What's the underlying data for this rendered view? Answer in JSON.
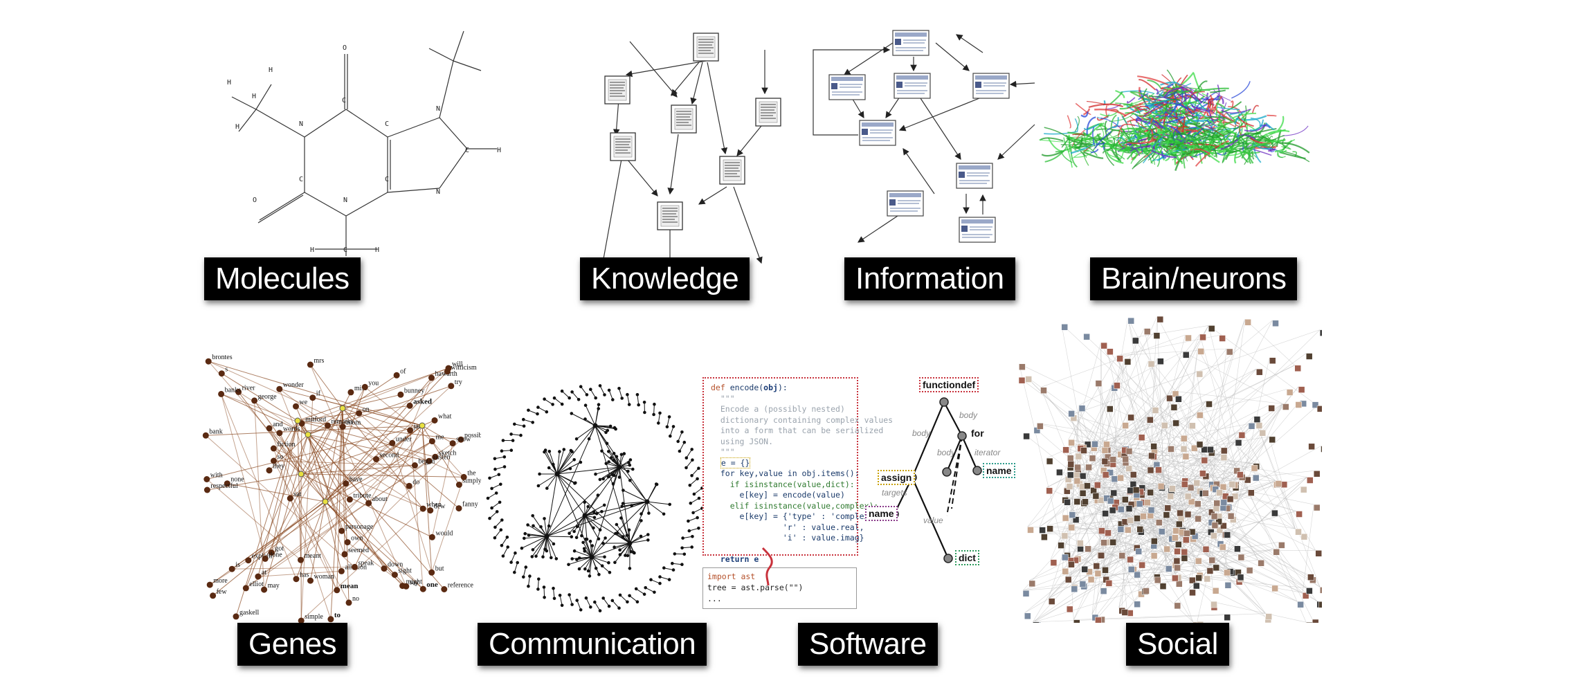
{
  "labels": {
    "molecules": "Molecules",
    "knowledge": "Knowledge",
    "information": "Information",
    "brain": "Brain/neurons",
    "genes": "Genes",
    "communication": "Communication",
    "software": "Software",
    "social": "Social"
  },
  "molecule_atoms": [
    "O",
    "H",
    "H",
    "H",
    "H",
    "N",
    "C",
    "C",
    "N",
    "C",
    "H",
    "C",
    "C",
    "N",
    "O",
    "N",
    "H",
    "C",
    "H"
  ],
  "gene_words": [
    "down",
    "sat",
    "if",
    "under",
    "hawarth",
    "on",
    "possible",
    "miss",
    "snow",
    "mitford",
    "none",
    "parsonage",
    "will",
    "bunney",
    "bank",
    "remarks",
    "witticism",
    "of",
    "s",
    "fanny",
    "simply",
    "river",
    "one",
    "own",
    "about",
    "mean",
    "few",
    "might",
    "more",
    "they",
    "sketch",
    "jane",
    "dew",
    "would",
    "is",
    "austen",
    "reference",
    "room",
    "explain",
    "respectful",
    "have",
    "try",
    "tribute",
    "woman",
    "with",
    "fiction",
    "me",
    "allusion",
    "got",
    "done",
    "speak",
    "and",
    "has",
    "do",
    "asked",
    "to",
    "wonder",
    "began",
    "george",
    "elliot",
    "meant",
    "when",
    "brontes",
    "the",
    "you",
    "we",
    "gaskell",
    "mrs",
    "what",
    "words",
    "say",
    "banks",
    "at",
    "seemed",
    "but",
    "simple",
    "sight",
    "may",
    "so",
    "no",
    "second"
  ],
  "code_main": {
    "line1_kw": "def",
    "line1_rest": " encode(",
    "line1_arg": "obj",
    "line1_end": "):",
    "docq1": "\"\"\"",
    "doc1": "Encode a (possibly nested)",
    "doc2": "dictionary containing complex values",
    "doc3": "into a form that can be serialized",
    "doc4": "using JSON.",
    "docq2": "\"\"\"",
    "assign": "e = {}",
    "for_line": "for key,value in obj.items():",
    "if_line": "if isinstance(value,dict):",
    "e_key1": "e[key] = encode(value)",
    "elif_line": "elif isinstance(value,complex):",
    "e_key2": "e[key] = {'type' : 'complex',",
    "r_line": "'r' : value.real,",
    "i_line": "'i' : value.imag}",
    "return_line": "return e"
  },
  "code_small": {
    "line1": "import ast",
    "line2": "tree = ast.parse(\"\")",
    "line3": "..."
  },
  "ast": {
    "functiondef": "functiondef",
    "for": "for",
    "assign": "assign",
    "name1": "name",
    "name2": "name",
    "dict": "dict",
    "body1": "body",
    "body2": "body",
    "body3": "body",
    "iterator": "iterator",
    "targets": "targets",
    "value": "value"
  },
  "colors": {
    "label_bg": "#000000",
    "label_text": "#ffffff",
    "gene_node": "#5a2a12",
    "gene_edge": "#8a4a22",
    "code_border": "#c8323c"
  }
}
